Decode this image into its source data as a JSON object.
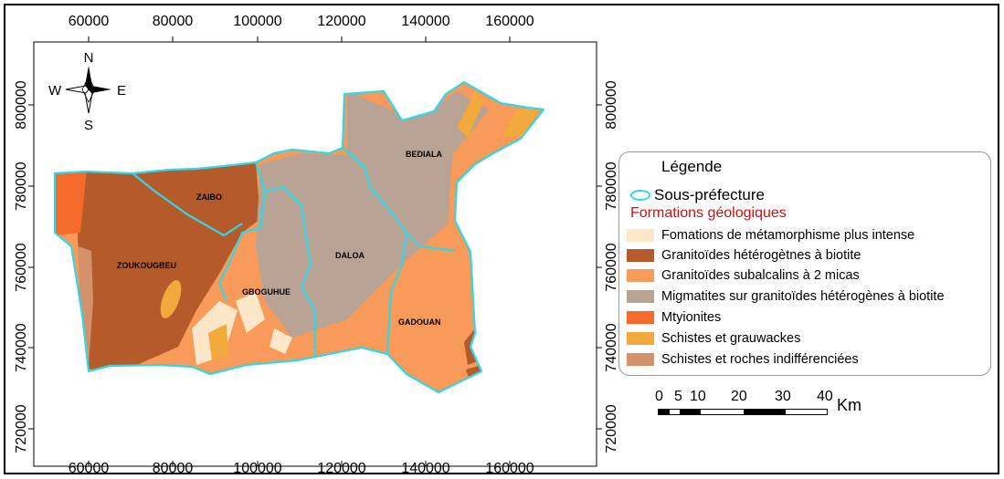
{
  "axes": {
    "x_ticks": [
      "60000",
      "80000",
      "100000",
      "120000",
      "140000",
      "160000"
    ],
    "y_ticks": [
      "800000",
      "780000",
      "760000",
      "740000",
      "720000"
    ]
  },
  "compass": {
    "n": "N",
    "s": "S",
    "e": "E",
    "w": "W"
  },
  "places": {
    "zaibo": "ZAIBO",
    "bediala": "BEDIALA",
    "daloa": "DALOA",
    "zoukougbeu": "ZOUKOUGBEU",
    "gboguhue": "GBOGUHUE",
    "gadouan": "GADOUAN"
  },
  "legend": {
    "title": "Légende",
    "subprefecture": "Sous-préfecture",
    "formations_title": "Formations géologiques",
    "items": [
      {
        "label": "Fomations de métamorphisme plus intense",
        "color": "#fde7c8"
      },
      {
        "label": "Granitoïdes hétérogètnes à biotite",
        "color": "#b55a2a"
      },
      {
        "label": "Granitoïdes subalcalins à 2 micas",
        "color": "#f79a5a"
      },
      {
        "label": "Migmatites sur granitoïdes hétérogènes à biotite",
        "color": "#b8a394"
      },
      {
        "label": "Mtyionites",
        "color": "#f46a2a"
      },
      {
        "label": "Schistes et grauwackes",
        "color": "#f3a93b"
      },
      {
        "label": "Schistes et roches indifférenciées",
        "color": "#d4926a"
      }
    ],
    "boundary_color": "#33d6e6"
  },
  "scale_bar": {
    "labels": [
      "0",
      "5",
      "10",
      "20",
      "30",
      "40"
    ],
    "unit": "Km"
  }
}
